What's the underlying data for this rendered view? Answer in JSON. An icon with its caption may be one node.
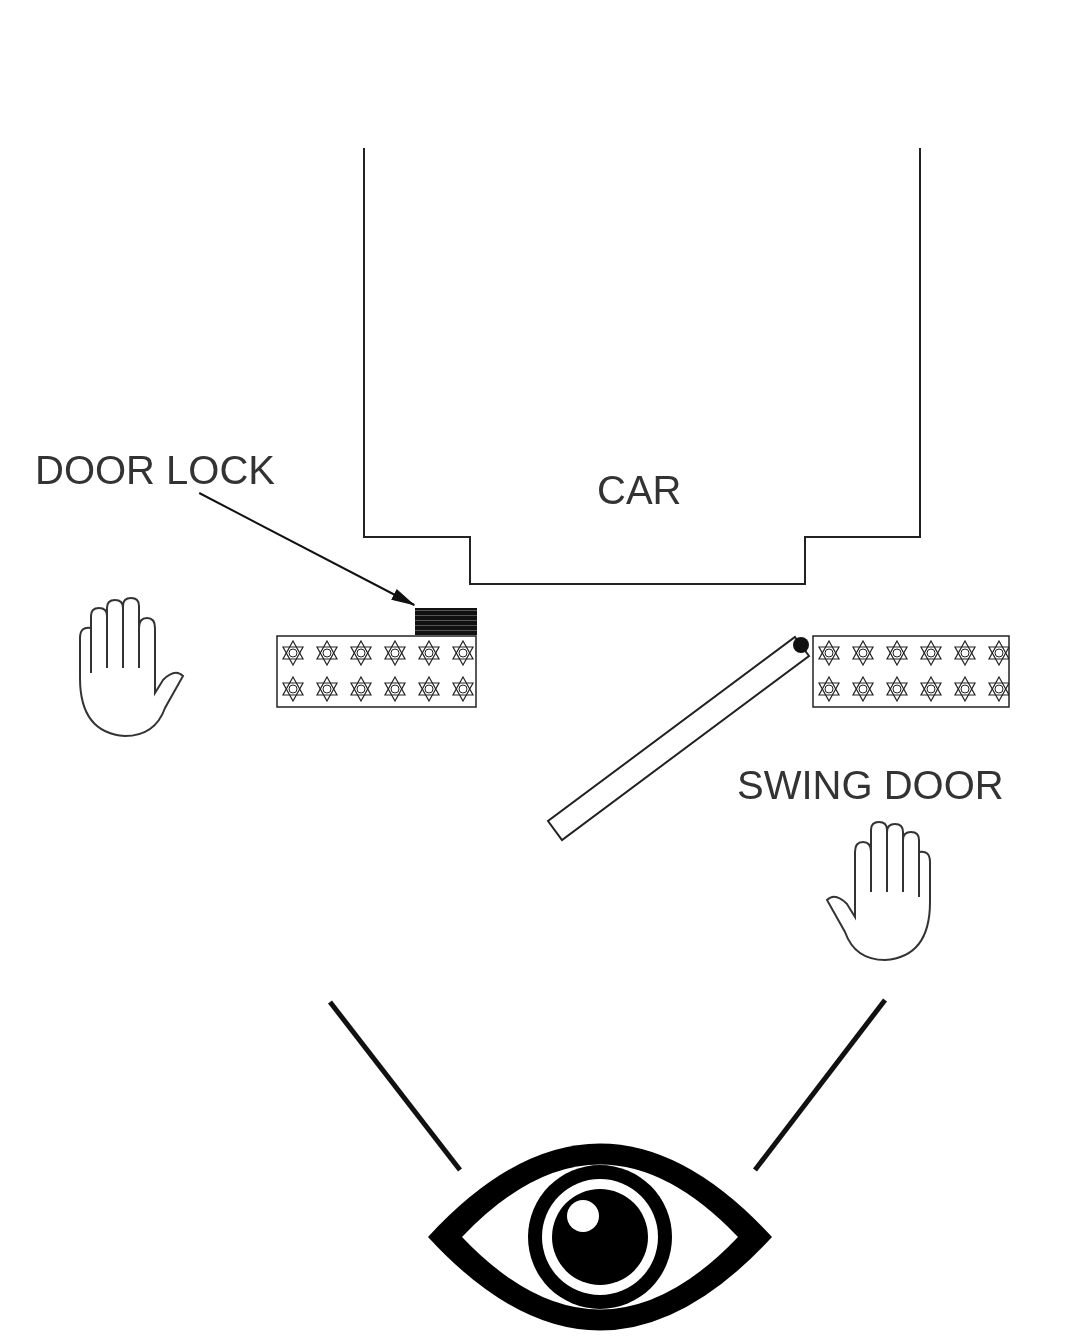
{
  "diagram": {
    "nodes": [
      {
        "text": [
          "DOOR LOCK"
        ]
      },
      {
        "text": [],
        "shape": "box"
      },
      {
        "text": [
          "CAR"
        ]
      },
      {
        "text": [],
        "shape": "box"
      },
      {
        "text": [],
        "shape": "box"
      }
    ],
    "edges": [
      {
        "from": 0,
        "to": 1,
        "arrow": "to"
      }
    ],
    "labels": [
      "SWING DOOR"
    ]
  }
}
